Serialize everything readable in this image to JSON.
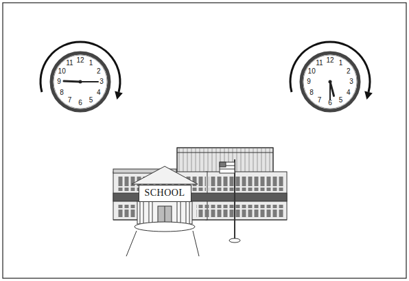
{
  "diagram": {
    "nodes": [
      {
        "text": [
          "12",
          "1",
          "2",
          "3",
          "4",
          "5",
          "6",
          "7",
          "8",
          "9",
          "10",
          "11"
        ]
      },
      {
        "text": [
          "12",
          "1",
          "2",
          "3",
          "4",
          "5",
          "6",
          "7",
          "8",
          "9",
          "10",
          "11"
        ]
      },
      {
        "text": [
          "SCHOOL"
        ]
      }
    ]
  }
}
